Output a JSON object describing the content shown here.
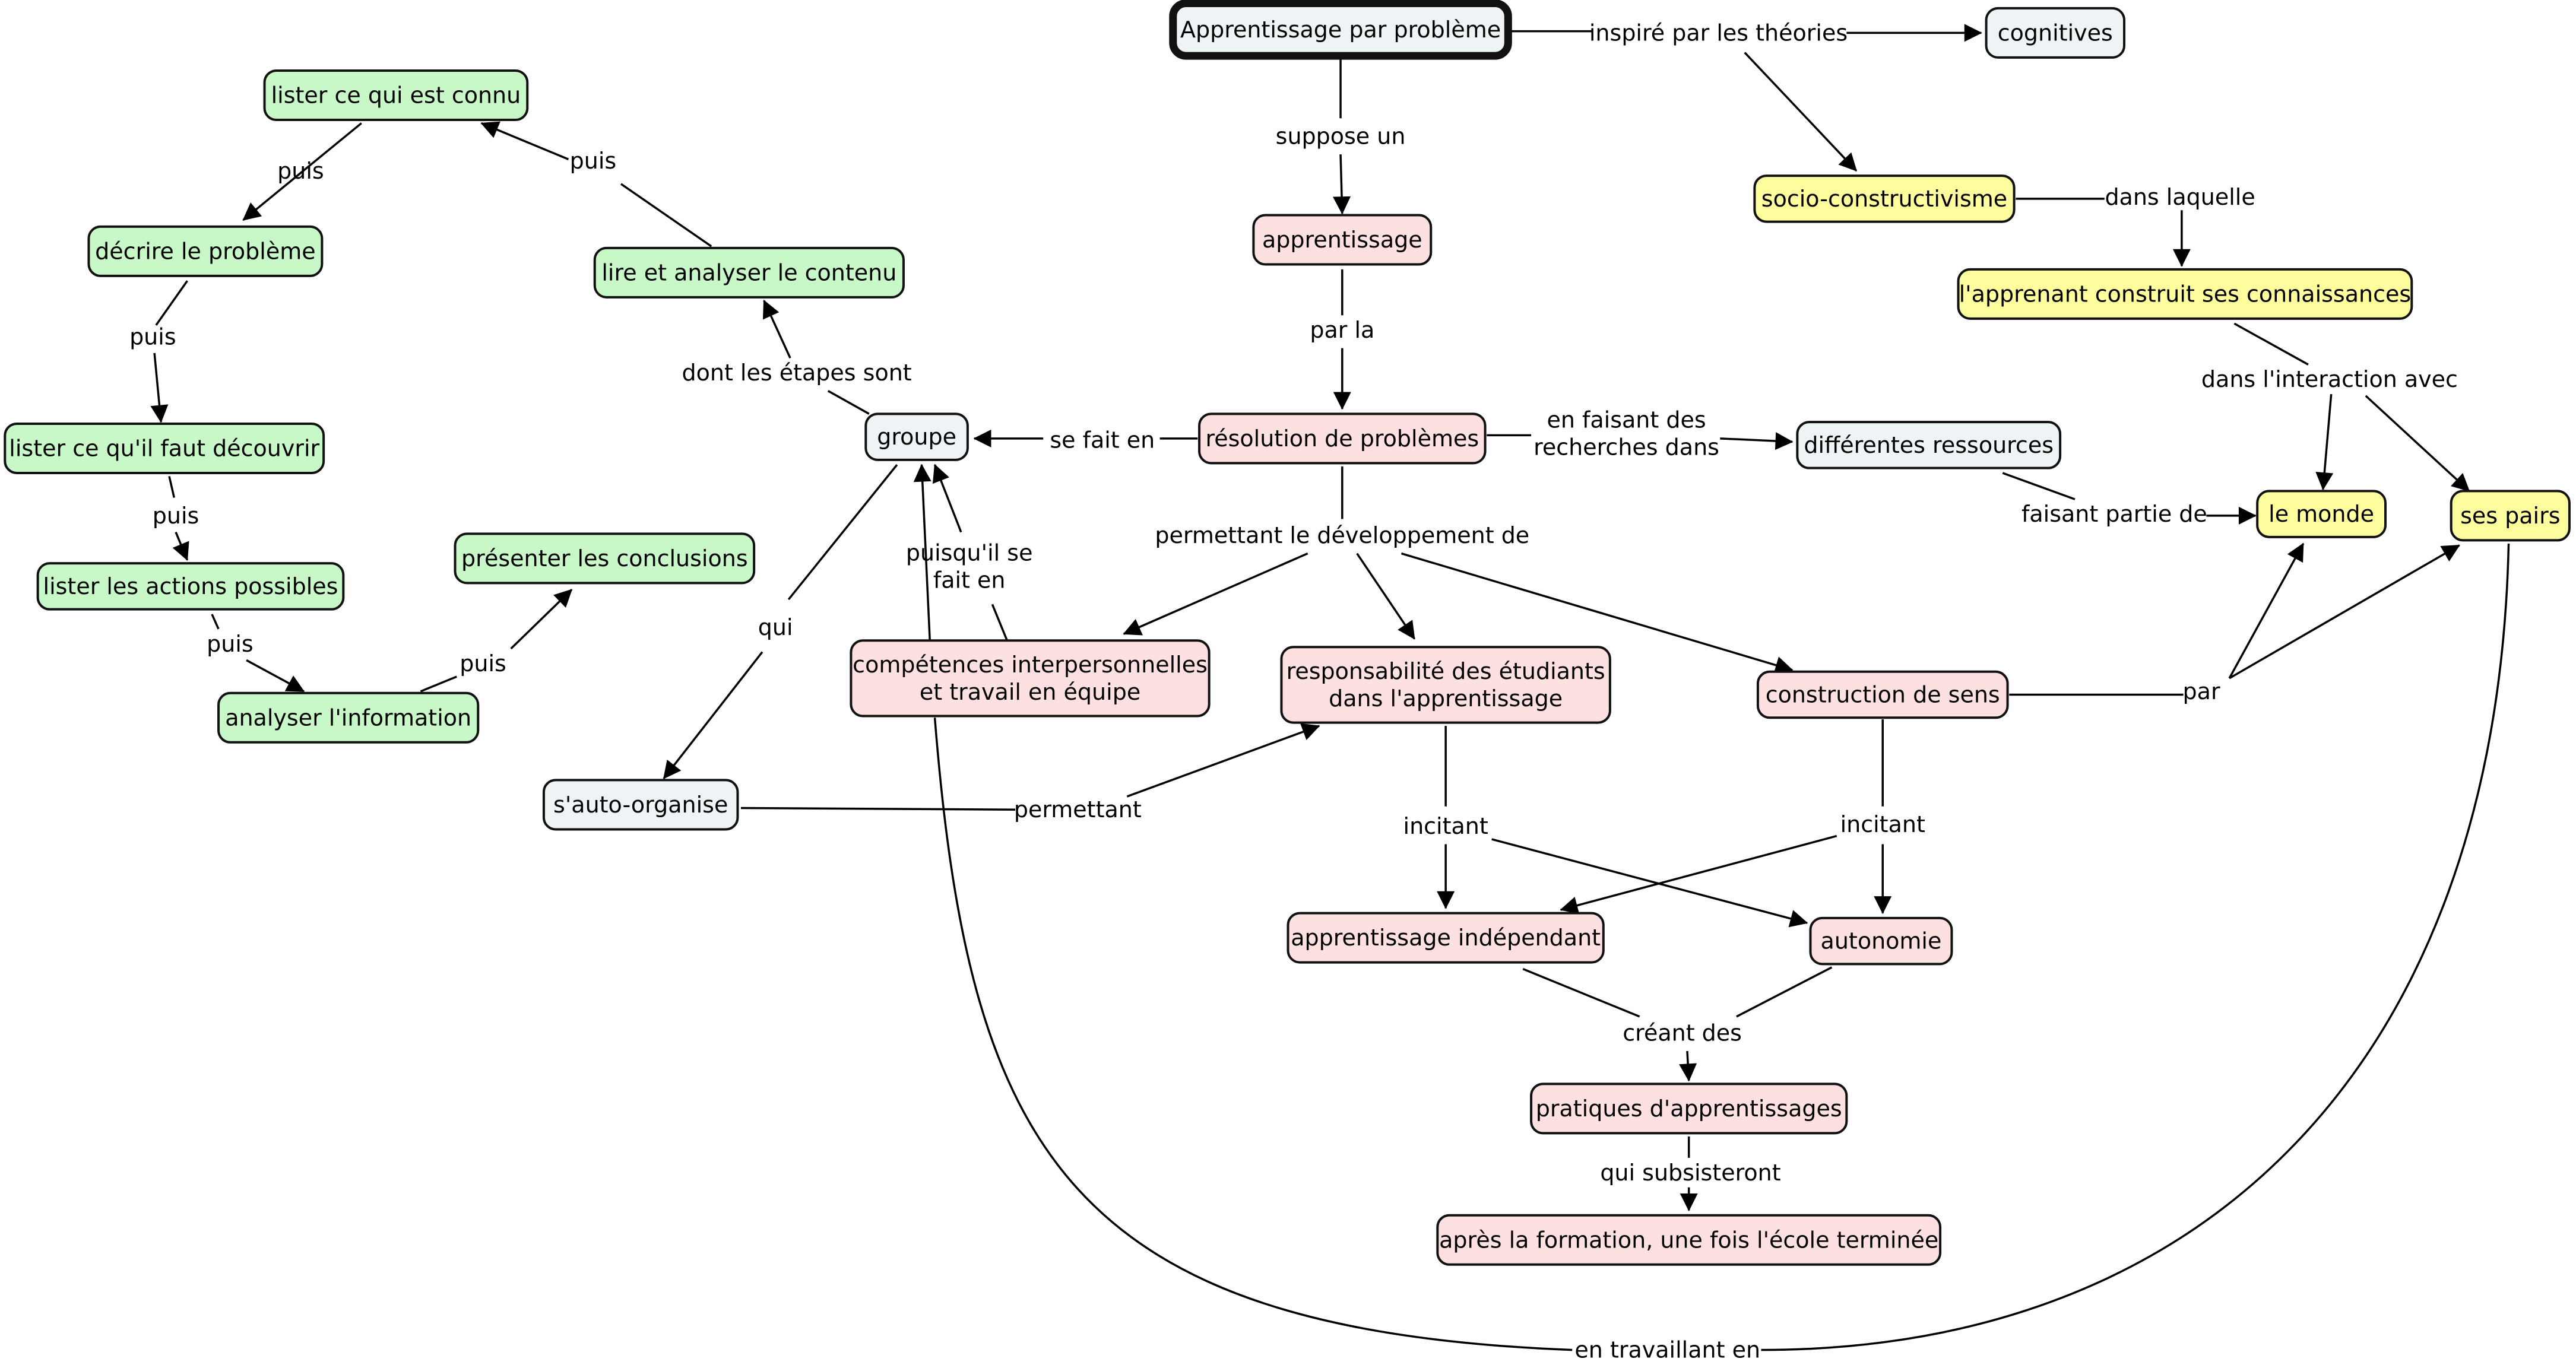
{
  "colors": {
    "root": "#eef4f6",
    "neutral": "#eef4f6",
    "pink": "#fde0e0",
    "green": "#c8f8c8",
    "yellow": "#fdfd9e"
  },
  "nodes": [
    {
      "id": "root",
      "lines": [
        "Apprentissage par problème"
      ],
      "color": "root"
    },
    {
      "id": "cognitives",
      "lines": [
        "cognitives"
      ],
      "color": "neutral"
    },
    {
      "id": "socio",
      "lines": [
        "socio-constructivisme"
      ],
      "color": "yellow"
    },
    {
      "id": "apprenant",
      "lines": [
        "l'apprenant construit ses connaissances"
      ],
      "color": "yellow"
    },
    {
      "id": "monde",
      "lines": [
        "le monde"
      ],
      "color": "yellow"
    },
    {
      "id": "pairs",
      "lines": [
        "ses pairs"
      ],
      "color": "yellow"
    },
    {
      "id": "apprentissage",
      "lines": [
        "apprentissage"
      ],
      "color": "pink"
    },
    {
      "id": "resolution",
      "lines": [
        "résolution de problèmes"
      ],
      "color": "pink"
    },
    {
      "id": "ressources",
      "lines": [
        "différentes ressources"
      ],
      "color": "neutral"
    },
    {
      "id": "groupe",
      "lines": [
        "groupe"
      ],
      "color": "neutral"
    },
    {
      "id": "autoorg",
      "lines": [
        "s'auto-organise"
      ],
      "color": "neutral"
    },
    {
      "id": "competences",
      "lines": [
        "compétences interpersonnelles",
        "et travail en équipe"
      ],
      "color": "pink"
    },
    {
      "id": "responsabilite",
      "lines": [
        "responsabilité des étudiants",
        "dans l'apprentissage"
      ],
      "color": "pink"
    },
    {
      "id": "construction",
      "lines": [
        "construction de sens"
      ],
      "color": "pink"
    },
    {
      "id": "independant",
      "lines": [
        "apprentissage indépendant"
      ],
      "color": "pink"
    },
    {
      "id": "autonomie",
      "lines": [
        "autonomie"
      ],
      "color": "pink"
    },
    {
      "id": "pratiques",
      "lines": [
        "pratiques d'apprentissages"
      ],
      "color": "pink"
    },
    {
      "id": "apres",
      "lines": [
        "après la formation, une fois l'école terminée"
      ],
      "color": "pink"
    },
    {
      "id": "lister_connu",
      "lines": [
        "lister ce qui est connu"
      ],
      "color": "green"
    },
    {
      "id": "decrire",
      "lines": [
        "décrire le problème"
      ],
      "color": "green"
    },
    {
      "id": "lire",
      "lines": [
        "lire et analyser le contenu"
      ],
      "color": "green"
    },
    {
      "id": "lister_decouvrir",
      "lines": [
        "lister ce qu'il faut découvrir"
      ],
      "color": "green"
    },
    {
      "id": "lister_actions",
      "lines": [
        "lister les actions possibles"
      ],
      "color": "green"
    },
    {
      "id": "presenter",
      "lines": [
        "présenter les conclusions"
      ],
      "color": "green"
    },
    {
      "id": "analyser",
      "lines": [
        "analyser l'information"
      ],
      "color": "green"
    }
  ],
  "links": [
    {
      "id": "inspire",
      "lines": [
        "inspiré par les théories"
      ]
    },
    {
      "id": "dans_laquelle",
      "lines": [
        "dans laquelle"
      ]
    },
    {
      "id": "interaction",
      "lines": [
        "dans l'interaction avec"
      ]
    },
    {
      "id": "suppose",
      "lines": [
        "suppose un"
      ]
    },
    {
      "id": "par_la",
      "lines": [
        "par la"
      ]
    },
    {
      "id": "en_faisant",
      "lines": [
        "en faisant des",
        "recherches dans"
      ]
    },
    {
      "id": "faisant_partie",
      "lines": [
        "faisant partie de"
      ]
    },
    {
      "id": "se_fait_en",
      "lines": [
        "se fait en"
      ]
    },
    {
      "id": "permettant_dev",
      "lines": [
        "permettant le développement de"
      ]
    },
    {
      "id": "dont",
      "lines": [
        "dont les étapes sont"
      ]
    },
    {
      "id": "puisquil",
      "lines": [
        "puisqu'il se",
        "fait en"
      ]
    },
    {
      "id": "qui",
      "lines": [
        "qui"
      ]
    },
    {
      "id": "permettant",
      "lines": [
        "permettant"
      ]
    },
    {
      "id": "par",
      "lines": [
        "par"
      ]
    },
    {
      "id": "incitant1",
      "lines": [
        "incitant"
      ]
    },
    {
      "id": "incitant2",
      "lines": [
        "incitant"
      ]
    },
    {
      "id": "creant",
      "lines": [
        "créant des"
      ]
    },
    {
      "id": "subsisteront",
      "lines": [
        "qui subsisteront"
      ]
    },
    {
      "id": "travaillant",
      "lines": [
        "en travaillant en"
      ]
    },
    {
      "id": "puis1",
      "lines": [
        "puis"
      ]
    },
    {
      "id": "puis2",
      "lines": [
        "puis"
      ]
    },
    {
      "id": "puis3",
      "lines": [
        "puis"
      ]
    },
    {
      "id": "puis4",
      "lines": [
        "puis"
      ]
    },
    {
      "id": "puis5",
      "lines": [
        "puis"
      ]
    },
    {
      "id": "puis6",
      "lines": [
        "puis"
      ]
    }
  ]
}
